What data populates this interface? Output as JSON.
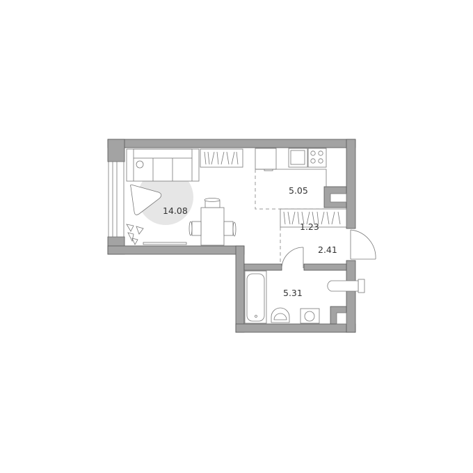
{
  "plan": {
    "rooms": [
      {
        "id": "living",
        "area": "14.08"
      },
      {
        "id": "kitchen",
        "area": "5.05"
      },
      {
        "id": "hall",
        "area": "1.23"
      },
      {
        "id": "corridor",
        "area": "2.41"
      },
      {
        "id": "bathroom",
        "area": "5.31"
      }
    ],
    "colors": {
      "wall": "#a3a3a3",
      "outline": "#555555",
      "accent_circle": "#e6e6e6"
    }
  }
}
